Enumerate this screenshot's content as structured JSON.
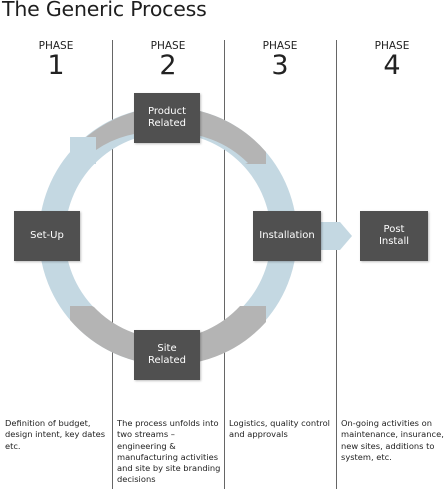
{
  "title": "The Generic Process",
  "phases": [
    {
      "label": "PHASE",
      "number": "1",
      "description": "Definition of budget, design intent, key dates etc."
    },
    {
      "label": "PHASE",
      "number": "2",
      "description": "The process unfolds into two streams – engineering & manufacturing activities and site by site branding decisions"
    },
    {
      "label": "PHASE",
      "number": "3",
      "description": "Logistics, quality control and approvals"
    },
    {
      "label": "PHASE",
      "number": "4",
      "description": "On-going activities on maintenance, insurance, new sites, additions to system, etc."
    }
  ],
  "boxes": {
    "product_related": "Product Related",
    "setup": "Set-Up",
    "site_related": "Site Related",
    "installation": "Installation",
    "post_install": "Post Install"
  },
  "colors": {
    "box_fill": "#505050",
    "ring_grey": "#b4b4b4",
    "ring_blue": "#c4d8e2",
    "divider": "#555555"
  }
}
